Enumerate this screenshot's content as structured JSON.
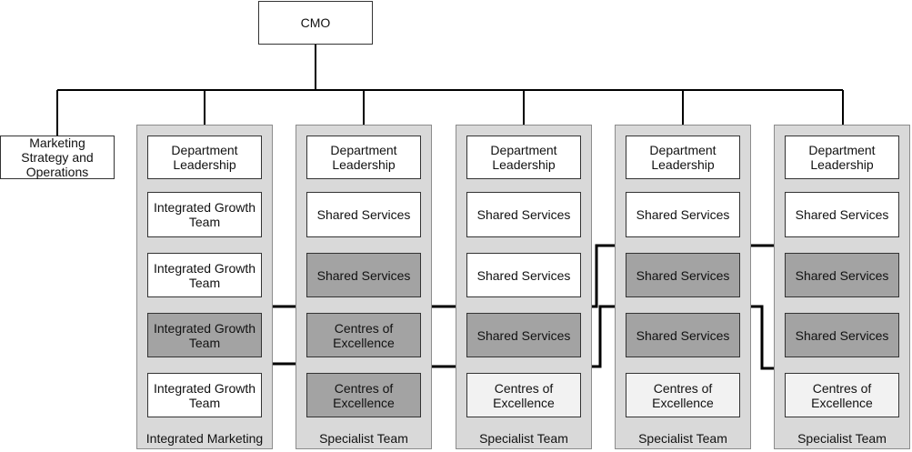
{
  "top": {
    "label": "CMO"
  },
  "side": {
    "label": "Marketing Strategy and Operations"
  },
  "columns": [
    {
      "footer": "Integrated Marketing",
      "boxes": [
        {
          "label": "Department Leadership",
          "tone": "white"
        },
        {
          "label": "Integrated Growth Team",
          "tone": "white"
        },
        {
          "label": "Integrated Growth Team",
          "tone": "white"
        },
        {
          "label": "Integrated Growth Team",
          "tone": "dark"
        },
        {
          "label": "Integrated Growth Team",
          "tone": "white"
        }
      ]
    },
    {
      "footer": "Specialist Team",
      "boxes": [
        {
          "label": "Department Leadership",
          "tone": "white"
        },
        {
          "label": "Shared Services",
          "tone": "white"
        },
        {
          "label": "Shared Services",
          "tone": "dark"
        },
        {
          "label": "Centres of Excellence",
          "tone": "dark"
        },
        {
          "label": "Centres of Excellence",
          "tone": "dark"
        }
      ]
    },
    {
      "footer": "Specialist Team",
      "boxes": [
        {
          "label": "Department Leadership",
          "tone": "white"
        },
        {
          "label": "Shared Services",
          "tone": "white"
        },
        {
          "label": "Shared Services",
          "tone": "white"
        },
        {
          "label": "Shared Services",
          "tone": "dark"
        },
        {
          "label": "Centres of Excellence",
          "tone": "light"
        }
      ]
    },
    {
      "footer": "Specialist Team",
      "boxes": [
        {
          "label": "Department Leadership",
          "tone": "white"
        },
        {
          "label": "Shared Services",
          "tone": "white"
        },
        {
          "label": "Shared Services",
          "tone": "dark"
        },
        {
          "label": "Shared Services",
          "tone": "dark"
        },
        {
          "label": "Centres of Excellence",
          "tone": "light"
        }
      ]
    },
    {
      "footer": "Specialist Team",
      "boxes": [
        {
          "label": "Department Leadership",
          "tone": "white"
        },
        {
          "label": "Shared Services",
          "tone": "white"
        },
        {
          "label": "Shared Services",
          "tone": "dark"
        },
        {
          "label": "Shared Services",
          "tone": "dark"
        },
        {
          "label": "Centres of Excellence",
          "tone": "light"
        }
      ]
    }
  ],
  "colors": {
    "dark_box": "#a3a3a3",
    "light_box": "#f2f2f2",
    "column_bg": "#d9d9d9",
    "highlight_outline": "#000000"
  }
}
